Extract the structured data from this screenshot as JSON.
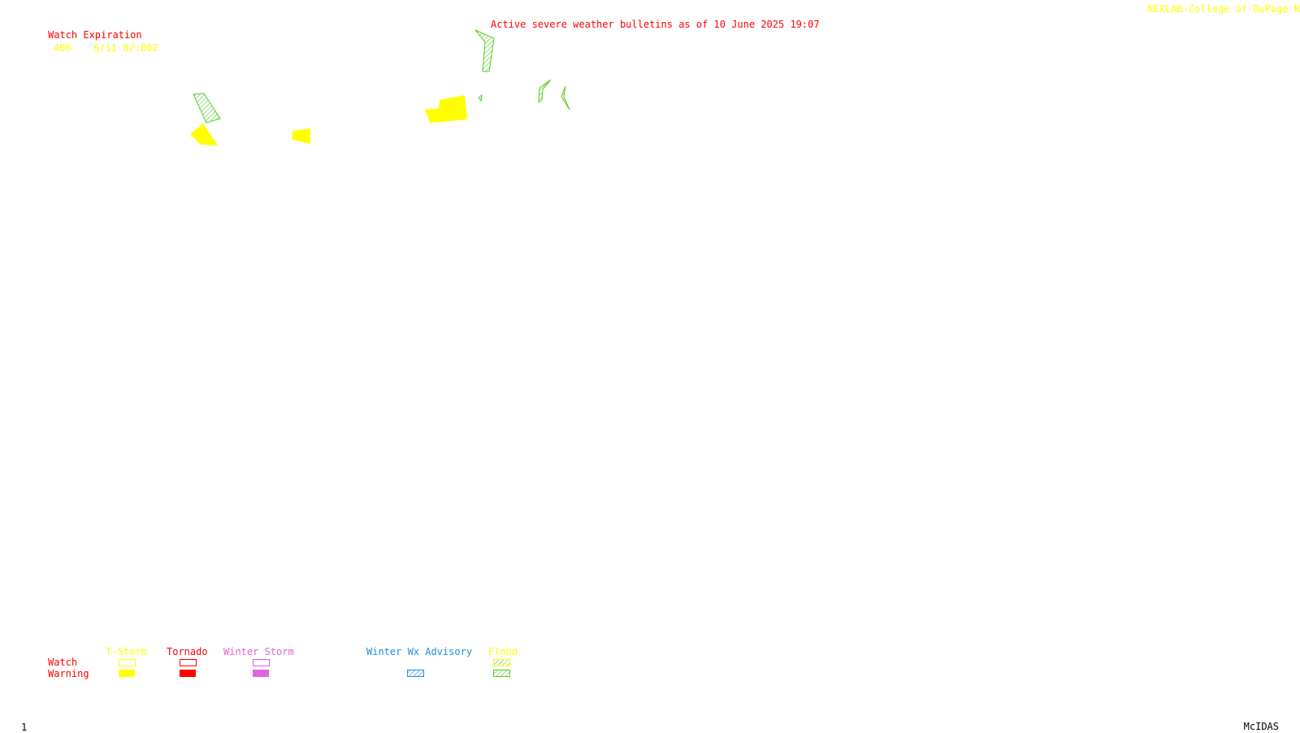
{
  "credit": "NEXLAB-College of DuPage R",
  "bulletin_title": "Active severe weather bulletins as of 10 June 2025 19:07",
  "watch_expiration": {
    "heading": "Watch Expiration",
    "entries": [
      {
        "number": "406",
        "expires": "6/11 02:00Z"
      }
    ]
  },
  "legend": {
    "row_labels": {
      "watch": "Watch",
      "warning": "Warning"
    },
    "categories": [
      {
        "label": "T-Storm",
        "color": "#ffff00"
      },
      {
        "label": "Tornado",
        "color": "#ff0000"
      },
      {
        "label": "Winter Storm",
        "color": "#dd66dd"
      },
      {
        "label": "Winter Wx Advisory",
        "color": "#1e8fe0"
      },
      {
        "label": "Flood",
        "color": "#ffff00",
        "hatch_color": "#55cc22"
      }
    ]
  },
  "frame_number": "1",
  "software": "McIDAS",
  "colors": {
    "title": "#ff0000",
    "credit": "#ffff00",
    "warning_fill": "#ffff00",
    "flood_hatch": "#55cc22",
    "footer_text": "#000000"
  },
  "map_features": {
    "tstorm_warnings": 3,
    "flood_warnings": 5
  }
}
